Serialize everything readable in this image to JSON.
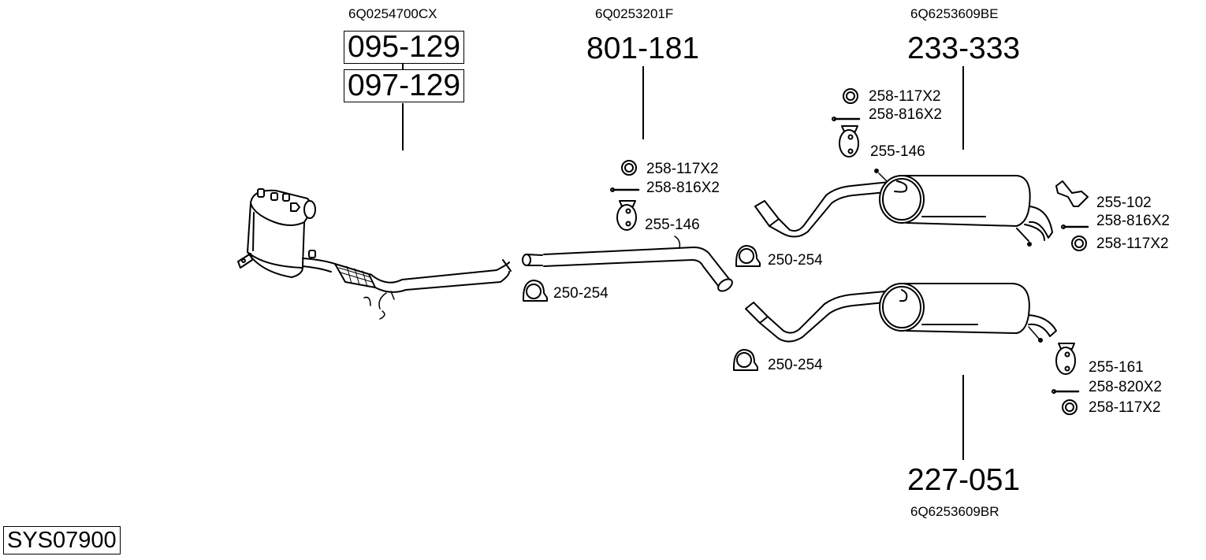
{
  "system": {
    "code": "SYS07900"
  },
  "parts": [
    {
      "id": "dpf",
      "type": "diesel-particulate-filter",
      "oe_number": "6Q0254700CX",
      "part_numbers": [
        "095-129",
        "097-129"
      ],
      "accessories": [
        {
          "icon": "clamp-icon",
          "label": "250-254"
        }
      ]
    },
    {
      "id": "intermediate-pipe",
      "type": "intermediate-pipe",
      "oe_number": "6Q0253201F",
      "part_numbers": [
        "801-181"
      ],
      "accessories": [
        {
          "icon": "ring-icon",
          "label": "258-117X2"
        },
        {
          "icon": "bolt-icon",
          "label": "258-816X2"
        },
        {
          "icon": "rubber-hanger-icon",
          "label": "255-146"
        },
        {
          "icon": "clamp-icon",
          "label": "250-254"
        }
      ]
    },
    {
      "id": "rear-silencer-upper",
      "type": "rear-silencer",
      "oe_number": "6Q6253609BE",
      "part_numbers": [
        "233-333"
      ],
      "accessories": [
        {
          "icon": "ring-icon",
          "label": "258-117X2"
        },
        {
          "icon": "bolt-icon",
          "label": "258-816X2"
        },
        {
          "icon": "rubber-hanger-icon",
          "label": "255-146"
        },
        {
          "icon": "bracket-icon",
          "label": "255-102"
        },
        {
          "icon": "bolt-icon",
          "label": "258-816X2"
        },
        {
          "icon": "ring-icon",
          "label": "258-117X2"
        }
      ]
    },
    {
      "id": "rear-silencer-lower",
      "type": "rear-silencer",
      "oe_number": "6Q6253609BR",
      "part_numbers": [
        "227-051"
      ],
      "accessories": [
        {
          "icon": "clamp-icon",
          "label": "250-254"
        },
        {
          "icon": "rubber-hanger-icon",
          "label": "255-161"
        },
        {
          "icon": "bolt-icon",
          "label": "258-820X2"
        },
        {
          "icon": "ring-icon",
          "label": "258-117X2"
        }
      ]
    }
  ]
}
